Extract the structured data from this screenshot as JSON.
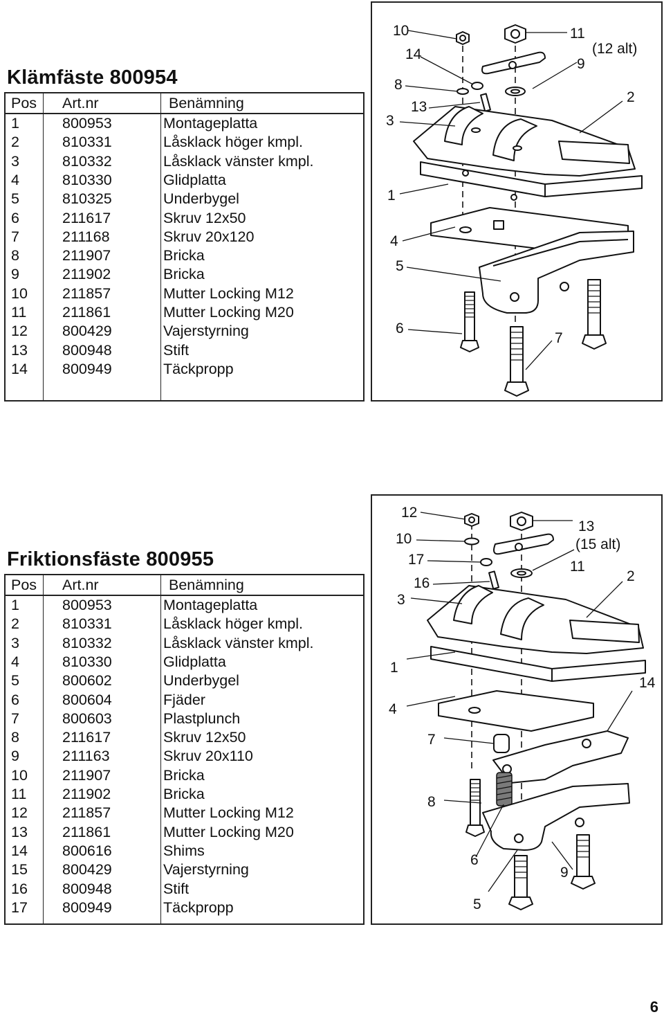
{
  "klamfaste": {
    "title": "Klämfäste  800954",
    "headers": {
      "pos": "Pos",
      "art": "Art.nr",
      "name": "Benämning"
    },
    "rows": [
      {
        "pos": "1",
        "art": "800953",
        "name": "Montageplatta"
      },
      {
        "pos": "2",
        "art": "810331",
        "name": "Låsklack höger kmpl."
      },
      {
        "pos": "3",
        "art": "810332",
        "name": "Låsklack vänster kmpl."
      },
      {
        "pos": "4",
        "art": "810330",
        "name": "Glidplatta"
      },
      {
        "pos": "5",
        "art": "810325",
        "name": "Underbygel"
      },
      {
        "pos": "6",
        "art": "211617",
        "name": "Skruv 12x50"
      },
      {
        "pos": "7",
        "art": "211168",
        "name": "Skruv 20x120"
      },
      {
        "pos": "8",
        "art": "211907",
        "name": "Bricka"
      },
      {
        "pos": "9",
        "art": "211902",
        "name": "Bricka"
      },
      {
        "pos": "10",
        "art": "211857",
        "name": "Mutter Locking M12"
      },
      {
        "pos": "11",
        "art": "211861",
        "name": "Mutter Locking M20"
      },
      {
        "pos": "12",
        "art": "800429",
        "name": "Vajerstyrning"
      },
      {
        "pos": "13",
        "art": "800948",
        "name": "Stift"
      },
      {
        "pos": "14",
        "art": "800949",
        "name": "Täckpropp"
      }
    ],
    "callouts": {
      "c10": "10",
      "c14": "14",
      "c8": "8",
      "c13": "13",
      "c3": "3",
      "c11": "11",
      "c12alt": "(12 alt)",
      "c9": "9",
      "c2": "2",
      "c1": "1",
      "c4": "4",
      "c5": "5",
      "c6": "6",
      "c7": "7"
    }
  },
  "friktionsfaste": {
    "title": "Friktionsfäste  800955",
    "headers": {
      "pos": "Pos",
      "art": "Art.nr",
      "name": "Benämning"
    },
    "rows": [
      {
        "pos": "1",
        "art": "800953",
        "name": "Montageplatta"
      },
      {
        "pos": "2",
        "art": "810331",
        "name": "Låsklack höger kmpl."
      },
      {
        "pos": "3",
        "art": "810332",
        "name": "Låsklack vänster kmpl."
      },
      {
        "pos": "4",
        "art": "810330",
        "name": "Glidplatta"
      },
      {
        "pos": "5",
        "art": "800602",
        "name": "Underbygel"
      },
      {
        "pos": "6",
        "art": "800604",
        "name": "Fjäder"
      },
      {
        "pos": "7",
        "art": "800603",
        "name": "Plastplunch"
      },
      {
        "pos": "8",
        "art": "211617",
        "name": "Skruv 12x50"
      },
      {
        "pos": "9",
        "art": "211163",
        "name": "Skruv 20x110"
      },
      {
        "pos": "10",
        "art": "211907",
        "name": "Bricka"
      },
      {
        "pos": "11",
        "art": "211902",
        "name": "Bricka"
      },
      {
        "pos": "12",
        "art": "211857",
        "name": "Mutter Locking M12"
      },
      {
        "pos": "13",
        "art": "211861",
        "name": "Mutter Locking M20"
      },
      {
        "pos": "14",
        "art": "800616",
        "name": "Shims"
      },
      {
        "pos": "15",
        "art": "800429",
        "name": "Vajerstyrning"
      },
      {
        "pos": "16",
        "art": "800948",
        "name": "Stift"
      },
      {
        "pos": "17",
        "art": "800949",
        "name": "Täckpropp"
      }
    ],
    "callouts": {
      "c12": "12",
      "c10": "10",
      "c17": "17",
      "c16": "16",
      "c3": "3",
      "c13": "13",
      "c15alt": "(15 alt)",
      "c11": "11",
      "c2": "2",
      "c1": "1",
      "c14": "14",
      "c4": "4",
      "c7": "7",
      "c8": "8",
      "c6": "6",
      "c9": "9",
      "c5": "5"
    }
  },
  "page_number": "6"
}
